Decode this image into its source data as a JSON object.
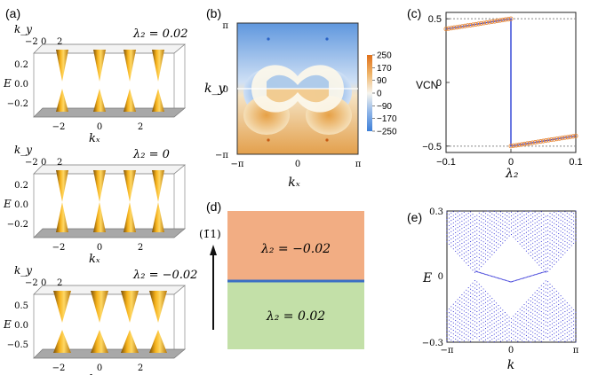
{
  "panel_labels": {
    "a": "(a)",
    "b": "(b)",
    "c": "(c)",
    "d": "(d)",
    "e": "(e)"
  },
  "panel_a": {
    "subplots": [
      {
        "lambda_label": "λ₂ = 0.02",
        "e_ticks": [
          "0.2",
          "0.0",
          "−0.2"
        ],
        "kx_ticks": [
          "−2",
          "0",
          "2"
        ],
        "ky_ticks": [
          "−2",
          "0",
          "2"
        ],
        "xlabel": "kₓ",
        "ylabel": "k_y",
        "zlabel": "E"
      },
      {
        "lambda_label": "λ₂ = 0",
        "e_ticks": [
          "0.2",
          "0.0",
          "−0.2"
        ],
        "kx_ticks": [
          "−2",
          "0",
          "2"
        ],
        "ky_ticks": [
          "−2",
          "0",
          "2"
        ],
        "xlabel": "kₓ",
        "ylabel": "k_y",
        "zlabel": "E"
      },
      {
        "lambda_label": "λ₂ = −0.02",
        "e_ticks": [
          "0.5",
          "0.0",
          "−0.5"
        ],
        "kx_ticks": [
          "−2",
          "0",
          "2"
        ],
        "ky_ticks": [
          "−2",
          "0",
          "2"
        ],
        "xlabel": "kₓ",
        "ylabel": "k_y",
        "zlabel": "E"
      }
    ],
    "colors": {
      "cone": "#f2a814",
      "cone_dark": "#b8790a",
      "plane": "#9a9a9a"
    }
  },
  "panel_b": {
    "xlabel": "kₓ",
    "ylabel": "k_y",
    "x_ticks": [
      "−π",
      "0",
      "π"
    ],
    "y_ticks": [
      "π",
      "0",
      "−π"
    ],
    "colorbar_ticks": [
      "250",
      "170",
      "90",
      "0",
      "−90",
      "−170",
      "−250"
    ],
    "colors": {
      "high": "#e07a18",
      "mid": "#f7f5ee",
      "low": "#3d7fd8"
    }
  },
  "panel_c": {
    "chart_data": {
      "type": "line",
      "xlabel": "λ₂",
      "ylabel": "VCN",
      "xlim": [
        -0.1,
        0.1
      ],
      "ylim": [
        -0.55,
        0.55
      ],
      "x_ticks": [
        "−0.1",
        "0",
        "0.1"
      ],
      "y_ticks": [
        "0.5",
        "0",
        "−0.5"
      ],
      "series": [
        {
          "values": [
            [
              -0.1,
              0.42
            ],
            [
              -0.08,
              0.436
            ],
            [
              -0.06,
              0.452
            ],
            [
              -0.04,
              0.468
            ],
            [
              -0.02,
              0.484
            ],
            [
              0,
              0.5
            ],
            [
              0,
              -0.5
            ],
            [
              0.02,
              -0.484
            ],
            [
              0.04,
              -0.468
            ],
            [
              0.06,
              -0.452
            ],
            [
              0.08,
              -0.436
            ],
            [
              0.1,
              -0.42
            ]
          ]
        }
      ],
      "reference_lines": [
        0.5,
        -0.5
      ]
    },
    "colors": {
      "line": "#2c3fd6",
      "marker": "#e8893a",
      "ref": "#888888"
    }
  },
  "panel_d": {
    "direction_label": "(1̄1)",
    "top_label": "λ₂ = −0.02",
    "bottom_label": "λ₂ = 0.02",
    "colors": {
      "top": "#f2ad83",
      "bottom": "#c3e0a8",
      "interface": "#3a6fc4"
    }
  },
  "panel_e": {
    "xlabel": "k",
    "ylabel": "E",
    "x_ticks": [
      "−π",
      "0",
      "π"
    ],
    "y_ticks": [
      "0.3",
      "0",
      "−0.3"
    ],
    "colors": {
      "bands": "#2b2bd6"
    }
  }
}
